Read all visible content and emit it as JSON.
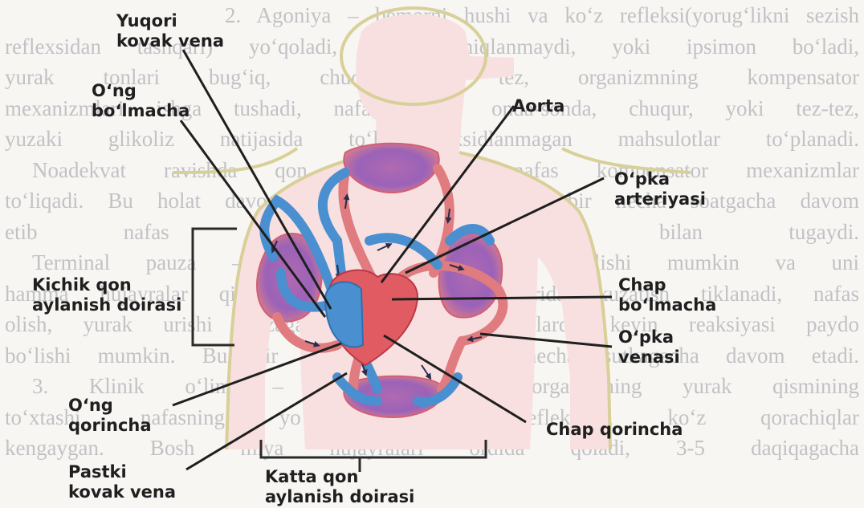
{
  "labels": {
    "yuqori_kovak_vena": [
      "Yuqori",
      "kovak vena"
    ],
    "ong_bolmacha": [
      "O‘ng",
      "bo‘lmacha"
    ],
    "aorta": [
      "Aorta"
    ],
    "opka_arteriyasi": [
      "O‘pka",
      "arteriyasi"
    ],
    "kichik_qon": [
      "Kichik qon",
      "aylanish doirasi"
    ],
    "chap_bolmacha": [
      "Chap",
      "bo‘lmacha"
    ],
    "opka_venasi": [
      "O‘pka",
      "venasi"
    ],
    "ong_qorincha": [
      "O‘ng",
      "qorincha"
    ],
    "chap_qorincha": [
      "Chap qorincha"
    ],
    "pastki_kovak_vena": [
      "Pastki",
      "kovak vena"
    ],
    "katta_qon": [
      "Katta qon",
      "aylanish doirasi"
    ]
  },
  "background_text": [
    "2. Agoniya – bemorni hushi va ko‘z refleksi(yorug‘likni sezish",
    "reflexsidan tashqari) yo‘qoladi, pul‘s aniqlanmaydi, yoki ipsimon bo‘ladi,",
    "yurak tonlari bug‘iq, chuqur va tez, organizmning kompensator",
    "mexanizmlari ishga tushadi, nafas olishi onda-sonda, chuqur, yoki tez-tez,",
    "yuzaki glikoliz natijasida to‘liq oksidlanmagan mahsulotlar to‘planadi.",
    "Noadekvat ravishda qon aylanish va nafas kompensator mexanizmlar",
    "to‘liqadi. Bu holat davomiyligi bir necha soatdan bir necha soatgacha davom",
    "etib nafas va yurak to‘xtashi bilan tugaydi.",
    "Terminal pauza – bu davr juda qisqa bo‘lishi mumkin va uni",
    "hamma hujayralar qisqa muddatda, Pauza davrida kuzatish tiklanadi, nafas",
    "olish, yurak urishi yuzaga keladi. Agar davrlarda keyin reaksiyasi paydo",
    "bo‘lishi mumkin. Bu bir necha soatdan bir necha sutkagacha davom etadi.",
    "3. Klinik o‘lim – muhim hayotiy organlarning yurak qismining",
    "to‘xtashi, nafasning yo‘qolishi, ko‘z reflekslari, ko‘z qorachiqlar",
    "kengaygan. Bosh miya hujayralari ordida qoladi, 3-5 daqiqagacha"
  ],
  "colors": {
    "artery_red": "#e07c80",
    "vein_blue": "#4a8fcf",
    "body_outline": "#d8d098",
    "body_fill": "#f7dede",
    "lung_purple": "#a65fa6"
  }
}
